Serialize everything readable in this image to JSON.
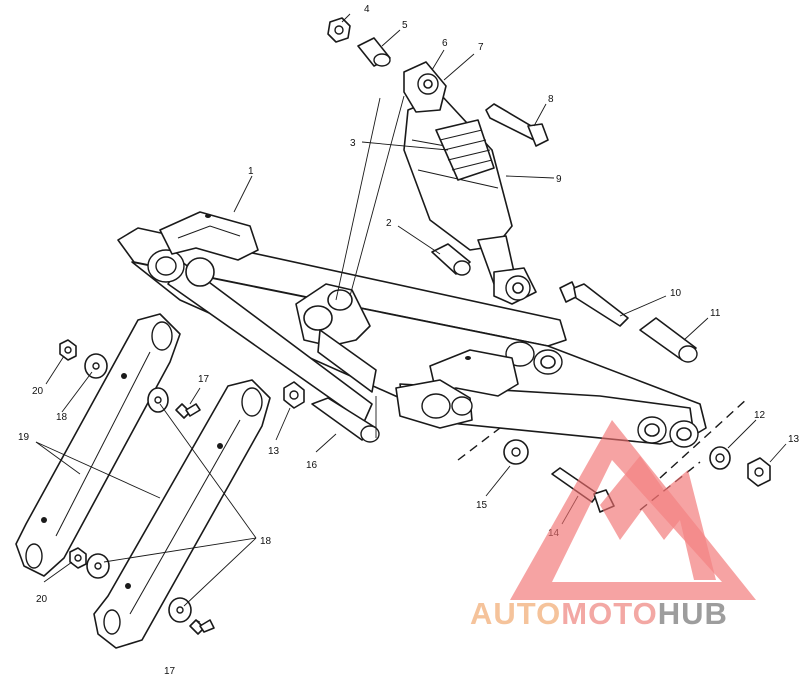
{
  "callouts": {
    "c1": "1",
    "c2": "2",
    "c3": "3",
    "c4": "4",
    "c5": "5",
    "c6": "6",
    "c7": "7",
    "c8": "8",
    "c9": "9",
    "c10": "10",
    "c11": "11",
    "c12": "12",
    "c13a": "13",
    "c13b": "13",
    "c14": "14",
    "c15": "15",
    "c16": "16",
    "c17a": "17",
    "c17b": "17",
    "c18a": "18",
    "c18b": "18",
    "c19": "19",
    "c20a": "20",
    "c20b": "20"
  },
  "watermark": {
    "part1": "AUTO",
    "part2": "MOTO",
    "part3": "HUB",
    "color1": "#f4b98a",
    "color2": "#f19a95",
    "color3": "#8c8c8c",
    "logo_color": "#f26f6f"
  }
}
